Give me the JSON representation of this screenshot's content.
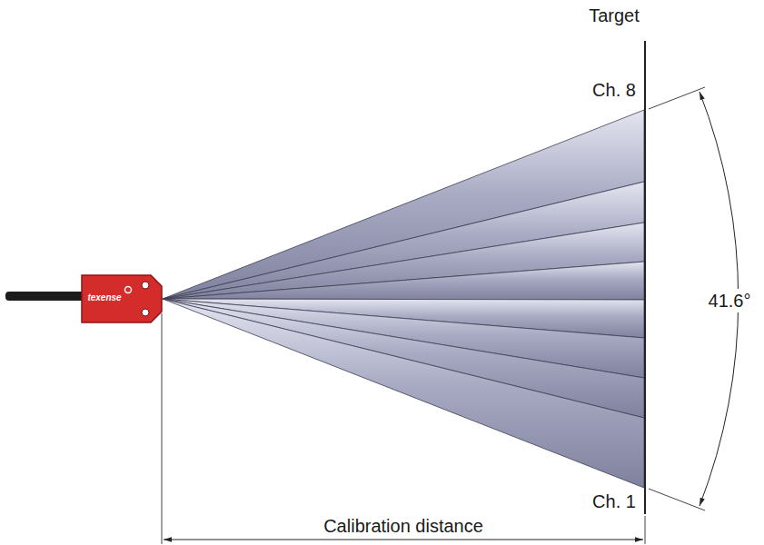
{
  "diagram": {
    "labels": [
      "Target",
      "Ch. 8",
      "Ch. 1",
      "41.6°",
      "Calibration distance",
      "texense"
    ]
  }
}
